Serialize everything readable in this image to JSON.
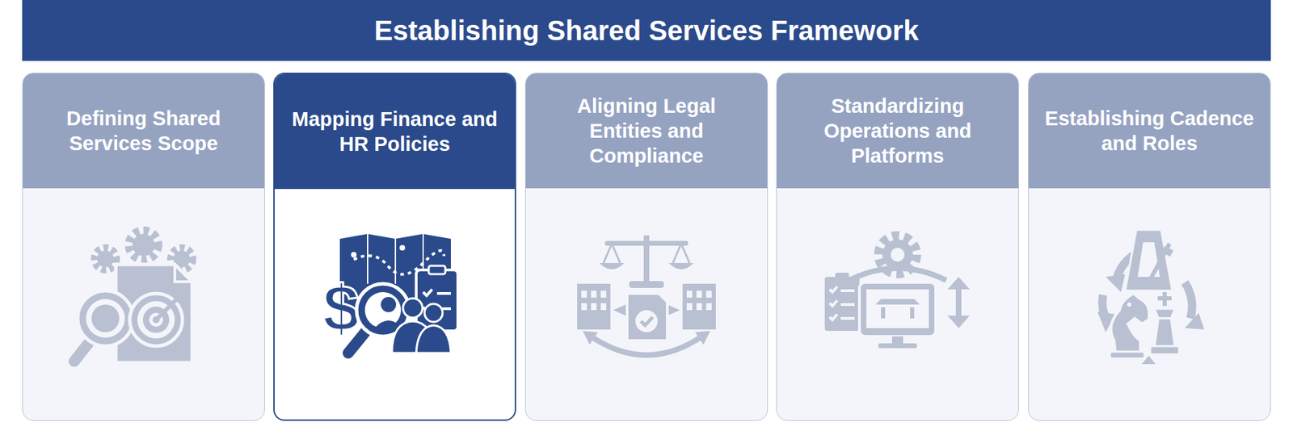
{
  "diagram": {
    "title": "Establishing Shared Services Framework",
    "nodes": [
      {
        "text": [
          "Defining Shared Services Scope"
        ]
      },
      {
        "text": [
          "Mapping Finance and HR Policies"
        ]
      },
      {
        "text": [
          "Aligning Legal Entities and Compliance"
        ]
      },
      {
        "text": [
          "Standardizing Operations and Platforms"
        ]
      },
      {
        "text": [
          "Establishing Cadence and Roles"
        ]
      }
    ]
  }
}
